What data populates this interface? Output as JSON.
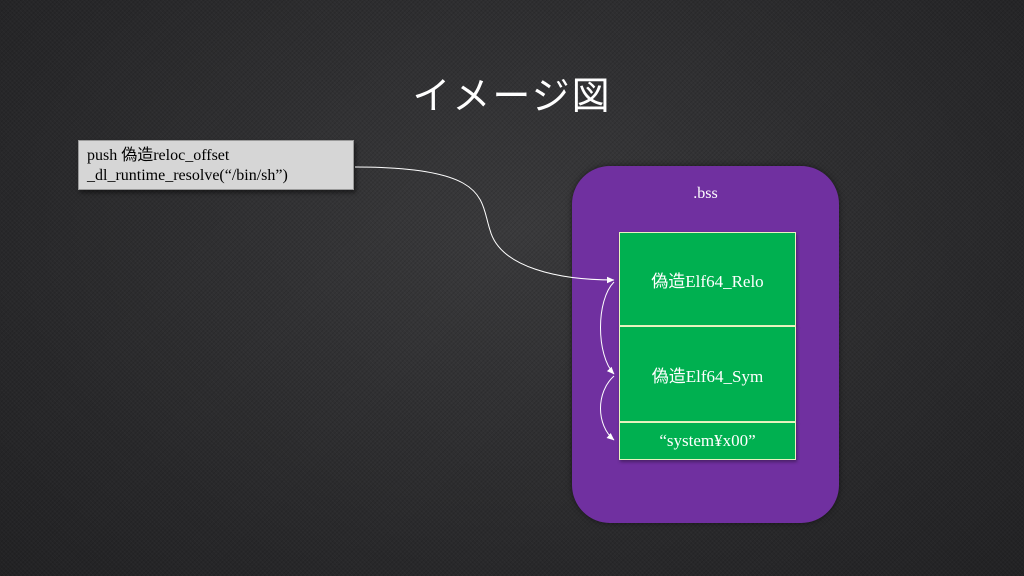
{
  "slide": {
    "title": "イメージ図"
  },
  "code_box": {
    "line1": "push 偽造reloc_offset",
    "line2": "_dl_runtime_resolve(“/bin/sh”)"
  },
  "bss": {
    "label": ".bss",
    "blocks": [
      {
        "label": "偽造Elf64_Relo"
      },
      {
        "label": "偽造Elf64_Sym"
      },
      {
        "label": "“system¥x00”"
      }
    ]
  },
  "colors": {
    "background": "#2b2b2d",
    "bss_region": "#7030a0",
    "block_fill": "#00b050",
    "code_box_fill": "#d6d6d6",
    "connector": "#ffffff"
  }
}
